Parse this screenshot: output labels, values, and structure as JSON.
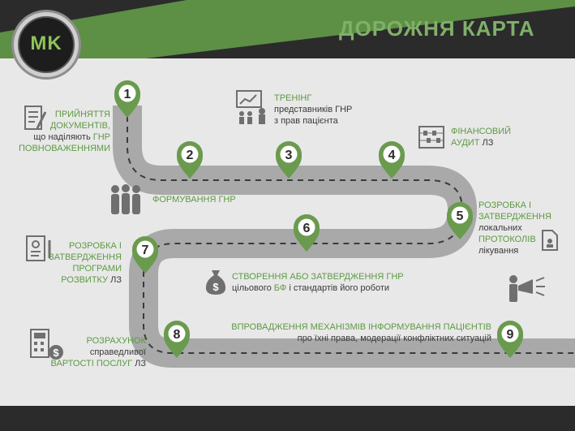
{
  "header": {
    "title": "ДОРОЖНЯ КАРТА",
    "logo_text": "MK"
  },
  "pins": [
    "1",
    "2",
    "3",
    "4",
    "5",
    "6",
    "7",
    "8",
    "9"
  ],
  "steps": {
    "s1": {
      "l1": "ПРИЙНЯТТЯ",
      "l2": "ДОКУМЕНТІВ,",
      "l3a": "що наділяють ",
      "l3b": "ГНР",
      "l4": "ПОВНОВАЖЕННЯМИ"
    },
    "s2": {
      "l1": "ФОРМУВАННЯ ГНР"
    },
    "s3": {
      "l1": "ТРЕНІНГ",
      "l2": "представників ГНР",
      "l3": "з прав пацієнта"
    },
    "s4": {
      "l1": "ФІНАНСОВИЙ",
      "l2a": "АУДИТ",
      "l2b": " ЛЗ"
    },
    "s5": {
      "l1": "РОЗРОБКА І",
      "l2": "ЗАТВЕРДЖЕННЯ",
      "l3": "локальних",
      "l4": "ПРОТОКОЛІВ",
      "l5": "лікування"
    },
    "s6": {
      "l1": "СТВОРЕННЯ АБО ЗАТВЕРДЖЕННЯ ГНР",
      "l2a": "цільового ",
      "l2b": "БФ",
      "l2c": " і стандартів його роботи"
    },
    "s7": {
      "l1": "РОЗРОБКА І",
      "l2": "ЗАТВЕРДЖЕННЯ",
      "l3": "ПРОГРАМИ",
      "l4a": "РОЗВИТКУ",
      "l4b": " ЛЗ"
    },
    "s8": {
      "l1": "РОЗРАХУНОК",
      "l2": "справедливої",
      "l3a": "ВАРТОСТІ ПОСЛУГ",
      "l3b": " ЛЗ"
    },
    "s9": {
      "l1": "ВПРОВАДЖЕННЯ МЕХАНІЗМІВ ІНФОРМУВАННЯ ПАЦІЄНТІВ",
      "l2": "про їхні права, модерації конфліктних ситуацій"
    }
  },
  "colors": {
    "green": "#6a9a4e",
    "road": "#a9a9a9",
    "dark": "#2b2b2b"
  }
}
